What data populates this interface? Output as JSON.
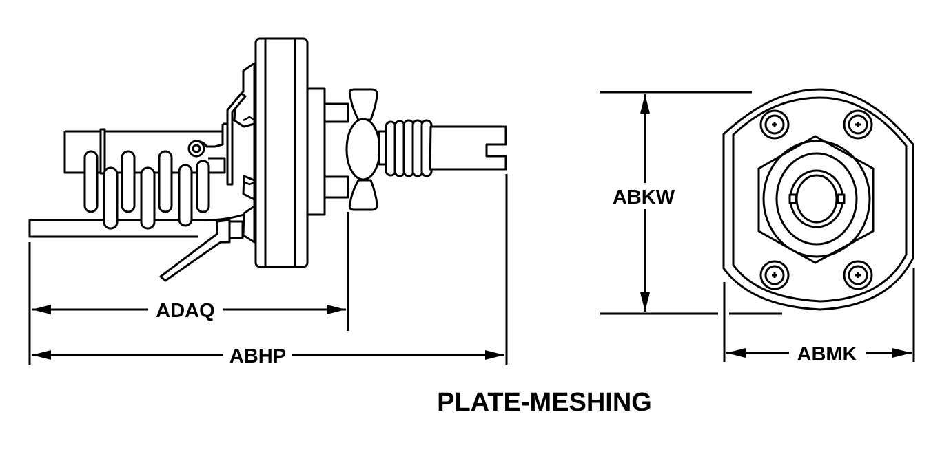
{
  "diagram": {
    "title": "PLATE-MESHING",
    "views": [
      {
        "name": "side-view",
        "description": "Side profile of plate-meshing connector with coil contacts, flange, wing nut and slotted threaded shaft"
      },
      {
        "name": "front-view",
        "description": "End view of flange with four screws, hex nut and central bore"
      }
    ],
    "dimensions": {
      "adaq": {
        "label": "ADAQ"
      },
      "abhp": {
        "label": "ABHP"
      },
      "abkw": {
        "label": "ABKW"
      },
      "abmk": {
        "label": "ABMK"
      }
    },
    "colors": {
      "line": "#000000",
      "background": "#ffffff"
    }
  }
}
